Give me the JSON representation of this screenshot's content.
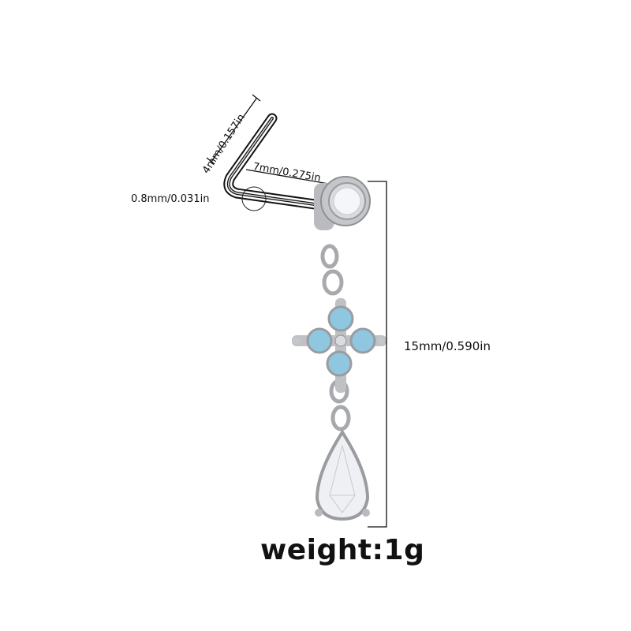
{
  "dimensions": {
    "pin_width": "4mm/0.157in",
    "pin_length": "7mm/0.275in",
    "pin_thickness": "0.8mm/0.031in",
    "drop_length": "15mm/0.590in"
  },
  "weight_label": "weight:1g",
  "colors": {
    "metal": "#c9cbce",
    "opal": "#8fc6e0",
    "crystal": "#f2f4f7",
    "line": "#111111"
  }
}
